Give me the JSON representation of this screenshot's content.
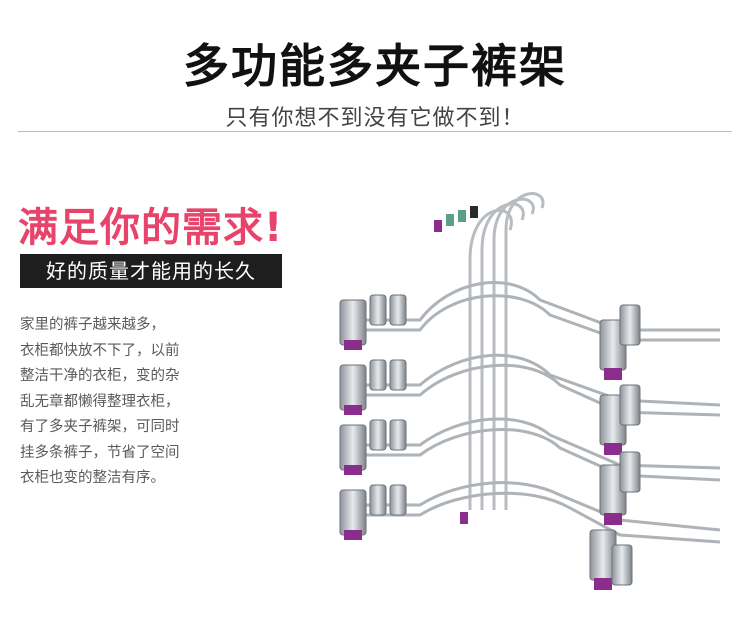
{
  "header": {
    "title": "多功能多夹子裤架",
    "subtitle": "只有你想不到没有它做不到！"
  },
  "promo": {
    "headline": "满足你的需求!",
    "tagline": "好的质量才能用的长久",
    "description_lines": [
      "家里的裤子越来越多，",
      "衣柜都快放不下了，以前",
      "整洁干净的衣柜，变的杂",
      "乱无章都懒得整理衣柜，",
      "有了多夹子裤架，可同时",
      "挂多条裤子，节省了空间",
      "衣柜也变的整洁有序。"
    ]
  },
  "product_image": {
    "subject": "stacked chrome trouser hangers with clips",
    "colors": {
      "metal": "#c9ccd1",
      "tip_purple": "#8a2d8c",
      "tip_green": "#5a9f8a"
    }
  }
}
